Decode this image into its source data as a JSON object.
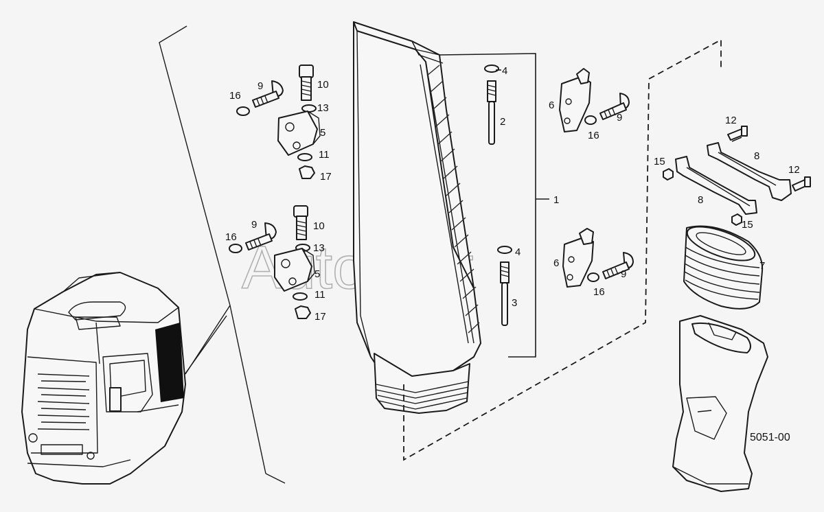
{
  "figure_code": "5051-00",
  "watermark": "AutoSoft",
  "callouts": [
    {
      "id": "c1",
      "text": "1"
    },
    {
      "id": "c2",
      "text": "2"
    },
    {
      "id": "c3",
      "text": "3"
    },
    {
      "id": "c4a",
      "text": "4"
    },
    {
      "id": "c4b",
      "text": "4"
    },
    {
      "id": "c5a",
      "text": "5"
    },
    {
      "id": "c5b",
      "text": "5"
    },
    {
      "id": "c6a",
      "text": "6"
    },
    {
      "id": "c6b",
      "text": "6"
    },
    {
      "id": "c7",
      "text": "7"
    },
    {
      "id": "c8a",
      "text": "8"
    },
    {
      "id": "c8b",
      "text": "8"
    },
    {
      "id": "c9a",
      "text": "9"
    },
    {
      "id": "c9b",
      "text": "9"
    },
    {
      "id": "c9c",
      "text": "9"
    },
    {
      "id": "c9d",
      "text": "9"
    },
    {
      "id": "c10a",
      "text": "10"
    },
    {
      "id": "c10b",
      "text": "10"
    },
    {
      "id": "c11a",
      "text": "11"
    },
    {
      "id": "c11b",
      "text": "11"
    },
    {
      "id": "c12a",
      "text": "12"
    },
    {
      "id": "c12b",
      "text": "12"
    },
    {
      "id": "c13a",
      "text": "13"
    },
    {
      "id": "c13b",
      "text": "13"
    },
    {
      "id": "c15a",
      "text": "15"
    },
    {
      "id": "c15b",
      "text": "15"
    },
    {
      "id": "c16a",
      "text": "16"
    },
    {
      "id": "c16b",
      "text": "16"
    },
    {
      "id": "c16c",
      "text": "16"
    },
    {
      "id": "c16d",
      "text": "16"
    },
    {
      "id": "c17a",
      "text": "17"
    },
    {
      "id": "c17b",
      "text": "17"
    }
  ]
}
